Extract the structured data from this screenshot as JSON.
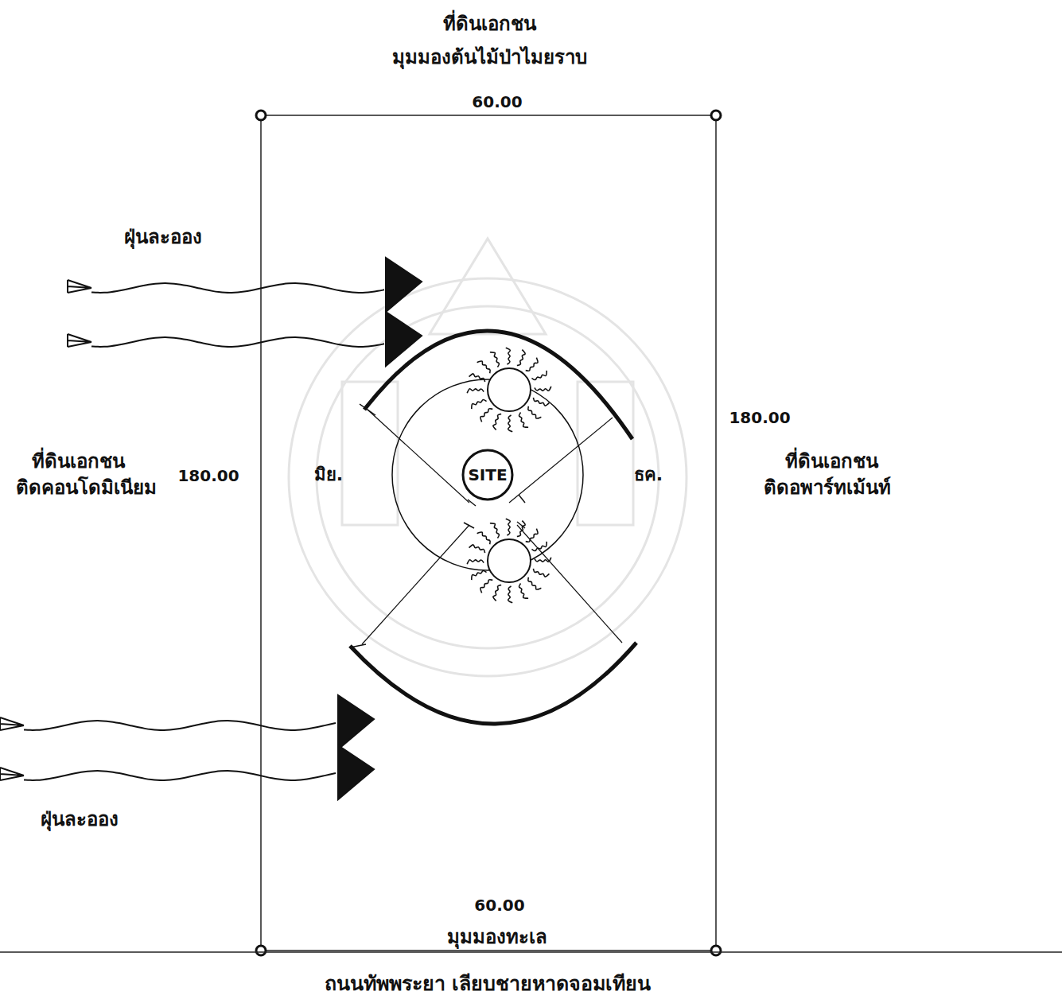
{
  "diagram": {
    "nodes": [
      {
        "text": [
          "SITE"
        ]
      }
    ],
    "labels": [
      "ที่ดินเอกชน",
      "มุมมองต้นไม้ป่าไมยราบ",
      "60.00",
      "ฝุ่นละออง",
      "ที่ดินเอกชน",
      "ติดคอนโดมิเนียม",
      "180.00",
      "180.00",
      "ที่ดินเอกชน",
      "ติดอพาร์ทเม้นท์",
      "มิย.",
      "ธค.",
      "ฝุ่นละออง",
      "60.00",
      "มุมมองทะเล",
      "ถนนทัพพระยา เลียบชายหาดจอมเทียน"
    ]
  }
}
